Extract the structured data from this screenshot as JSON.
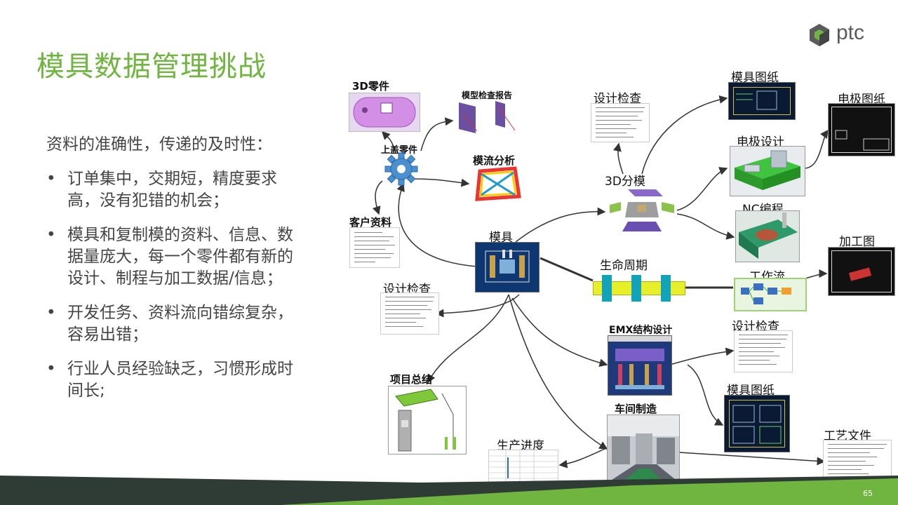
{
  "slide": {
    "title": "模具数据管理挑战",
    "logo_text": "ptc",
    "logo_icon": "ptc-hex-logo-icon",
    "accent_color": "#6fb53f",
    "intro": "资料的准确性，传递的及时性：",
    "bullets": [
      "订单集中，交期短，精度要求高，没有犯错的机会；",
      "模具和复制模的资料、信息、数据量庞大，每一个零件都有新的设计、制程与加工数据/信息；",
      "开发任务、资料流向错综复杂，容易出错；",
      "行业人员经验缺乏，习惯形成时间长;"
    ],
    "page_number": "65"
  },
  "diagram": {
    "part_3d": "3D零件",
    "model_check_report": "模型检查报告",
    "upper_cover_part": "上盖零件",
    "mold_flow": "模流分析",
    "customer_data": "客户资料",
    "mold": "模具",
    "design_check_1": "设计检查",
    "design_check_2": "设计检查",
    "design_check_3": "设计检查",
    "split_3d": "3D分模",
    "mold_drawing_1": "模具图纸",
    "mold_drawing_2": "模具图纸",
    "electrode_design": "电极设计",
    "electrode_drawing": "电极图纸",
    "nc_programming": "NC编程",
    "machining_drawing": "加工图",
    "lifecycle": "生命周期",
    "workflow": "工作流",
    "emx_design": "EMX结构设计",
    "project_summary": "项目总结",
    "workshop_mfg": "车间制造",
    "production_progress": "生产进度",
    "process_doc": "工艺文件"
  }
}
